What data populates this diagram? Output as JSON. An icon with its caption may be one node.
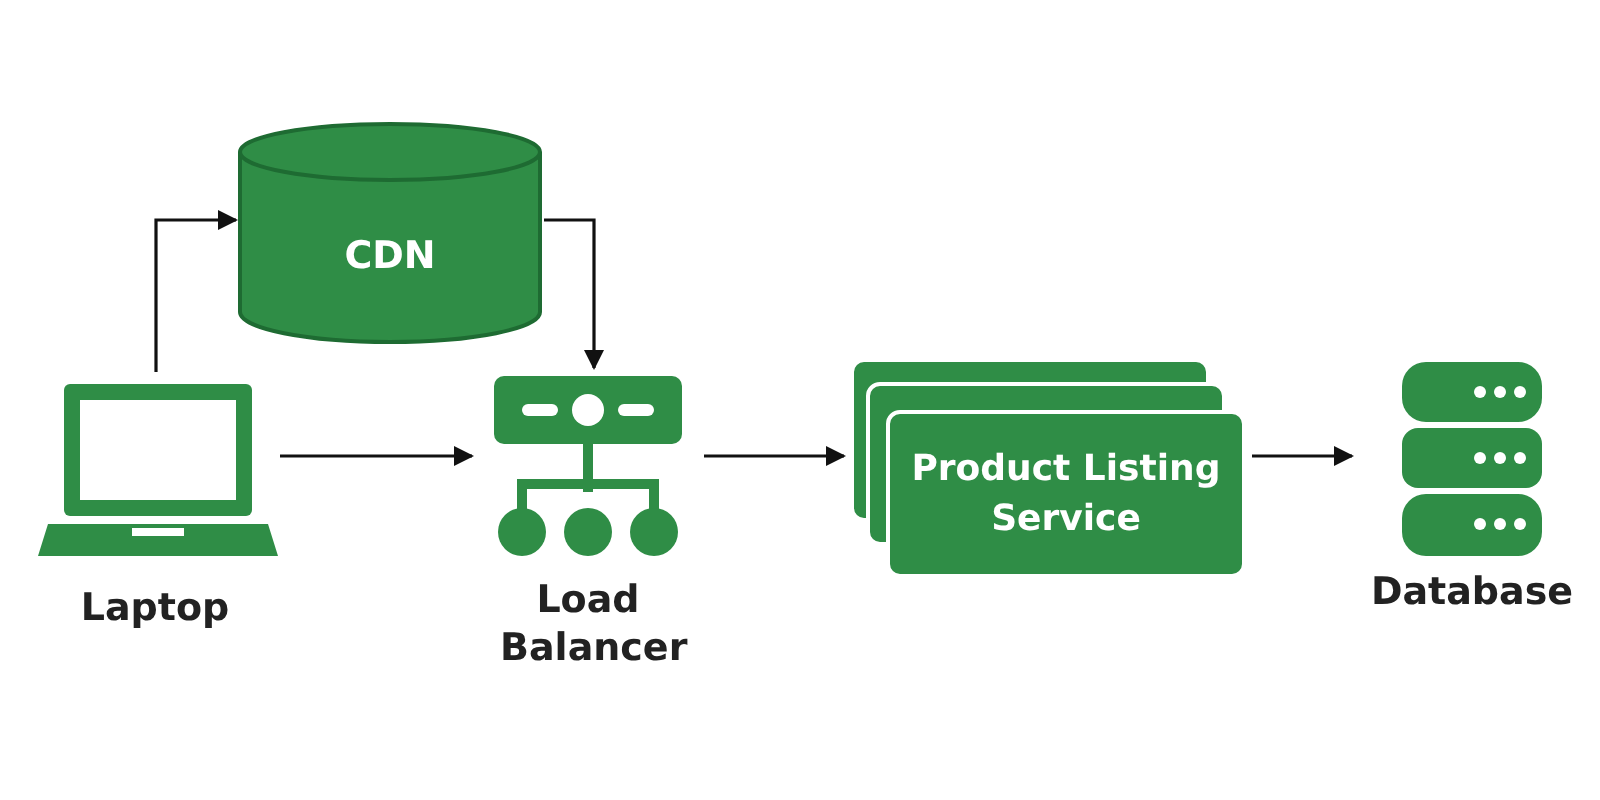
{
  "diagram": {
    "nodes": [
      {
        "text": [
          "Laptop"
        ]
      },
      {
        "text": [
          "CDN"
        ]
      },
      {
        "text": [
          "Load Balancer"
        ]
      },
      {
        "text": [
          "Product Listing Service"
        ]
      },
      {
        "text": [
          "Database"
        ]
      }
    ],
    "edges": [
      {
        "from": 0,
        "to": 1,
        "arrow": "to"
      },
      {
        "from": 1,
        "to": 2,
        "arrow": "to"
      },
      {
        "from": 0,
        "to": 2,
        "arrow": "to"
      },
      {
        "from": 2,
        "to": 3,
        "arrow": "to"
      },
      {
        "from": 3,
        "to": 4,
        "arrow": "to"
      }
    ]
  }
}
